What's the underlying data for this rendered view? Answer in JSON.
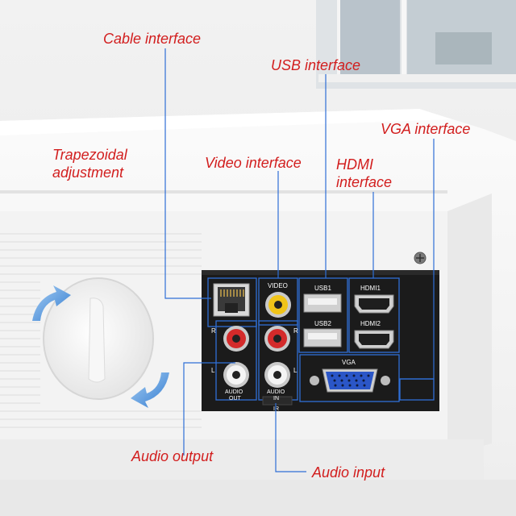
{
  "annotations": {
    "cable_interface": "Cable interface",
    "usb_interface": "USB interface",
    "vga_interface": "VGA interface",
    "trapezoidal_adjustment": "Trapezoidal\nadjustment",
    "video_interface": "Video interface",
    "hdmi_interface": "HDMI\ninterface",
    "audio_output": "Audio output",
    "audio_input": "Audio input"
  },
  "panel": {
    "video": "VIDEO",
    "usb1": "USB1",
    "usb2": "USB2",
    "hdmi1": "HDMI1",
    "hdmi2": "HDMI2",
    "vga": "VGA",
    "r_left": "R",
    "l_left": "L",
    "r_mid": "R",
    "l_mid": "L",
    "audio_out_1": "AUDIO",
    "audio_out_2": "OUT",
    "audio_in_1": "AUDIO",
    "audio_in_2": "IN",
    "ir": "IR"
  },
  "colors": {
    "label": "#d21e1e",
    "leader": "#2f6fd6",
    "panel": "#1b1b1b",
    "arrow": "#3a86d9"
  }
}
